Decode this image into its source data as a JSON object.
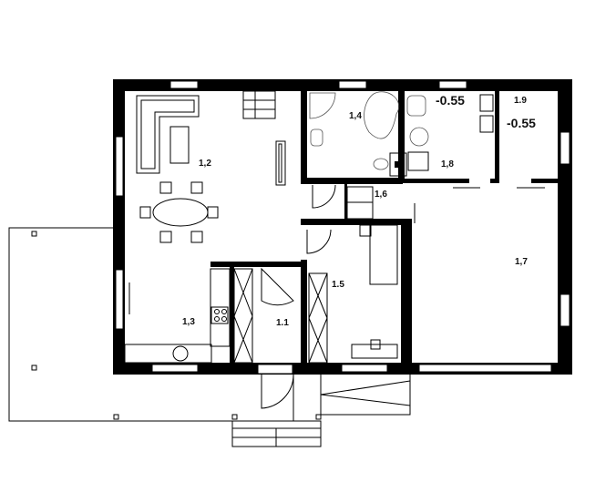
{
  "plan": {
    "rooms": [
      {
        "id": "1.1",
        "label": "1.1"
      },
      {
        "id": "1.2",
        "label": "1,2"
      },
      {
        "id": "1.3",
        "label": "1,3"
      },
      {
        "id": "1.4",
        "label": "1,4"
      },
      {
        "id": "1.5",
        "label": "1.5"
      },
      {
        "id": "1.6",
        "label": "1,6"
      },
      {
        "id": "1.7",
        "label": "1,7"
      },
      {
        "id": "1.8",
        "label": "1,8"
      },
      {
        "id": "1.9",
        "label": "1.9"
      }
    ],
    "levels": [
      "-0.55",
      "-0.55"
    ]
  }
}
